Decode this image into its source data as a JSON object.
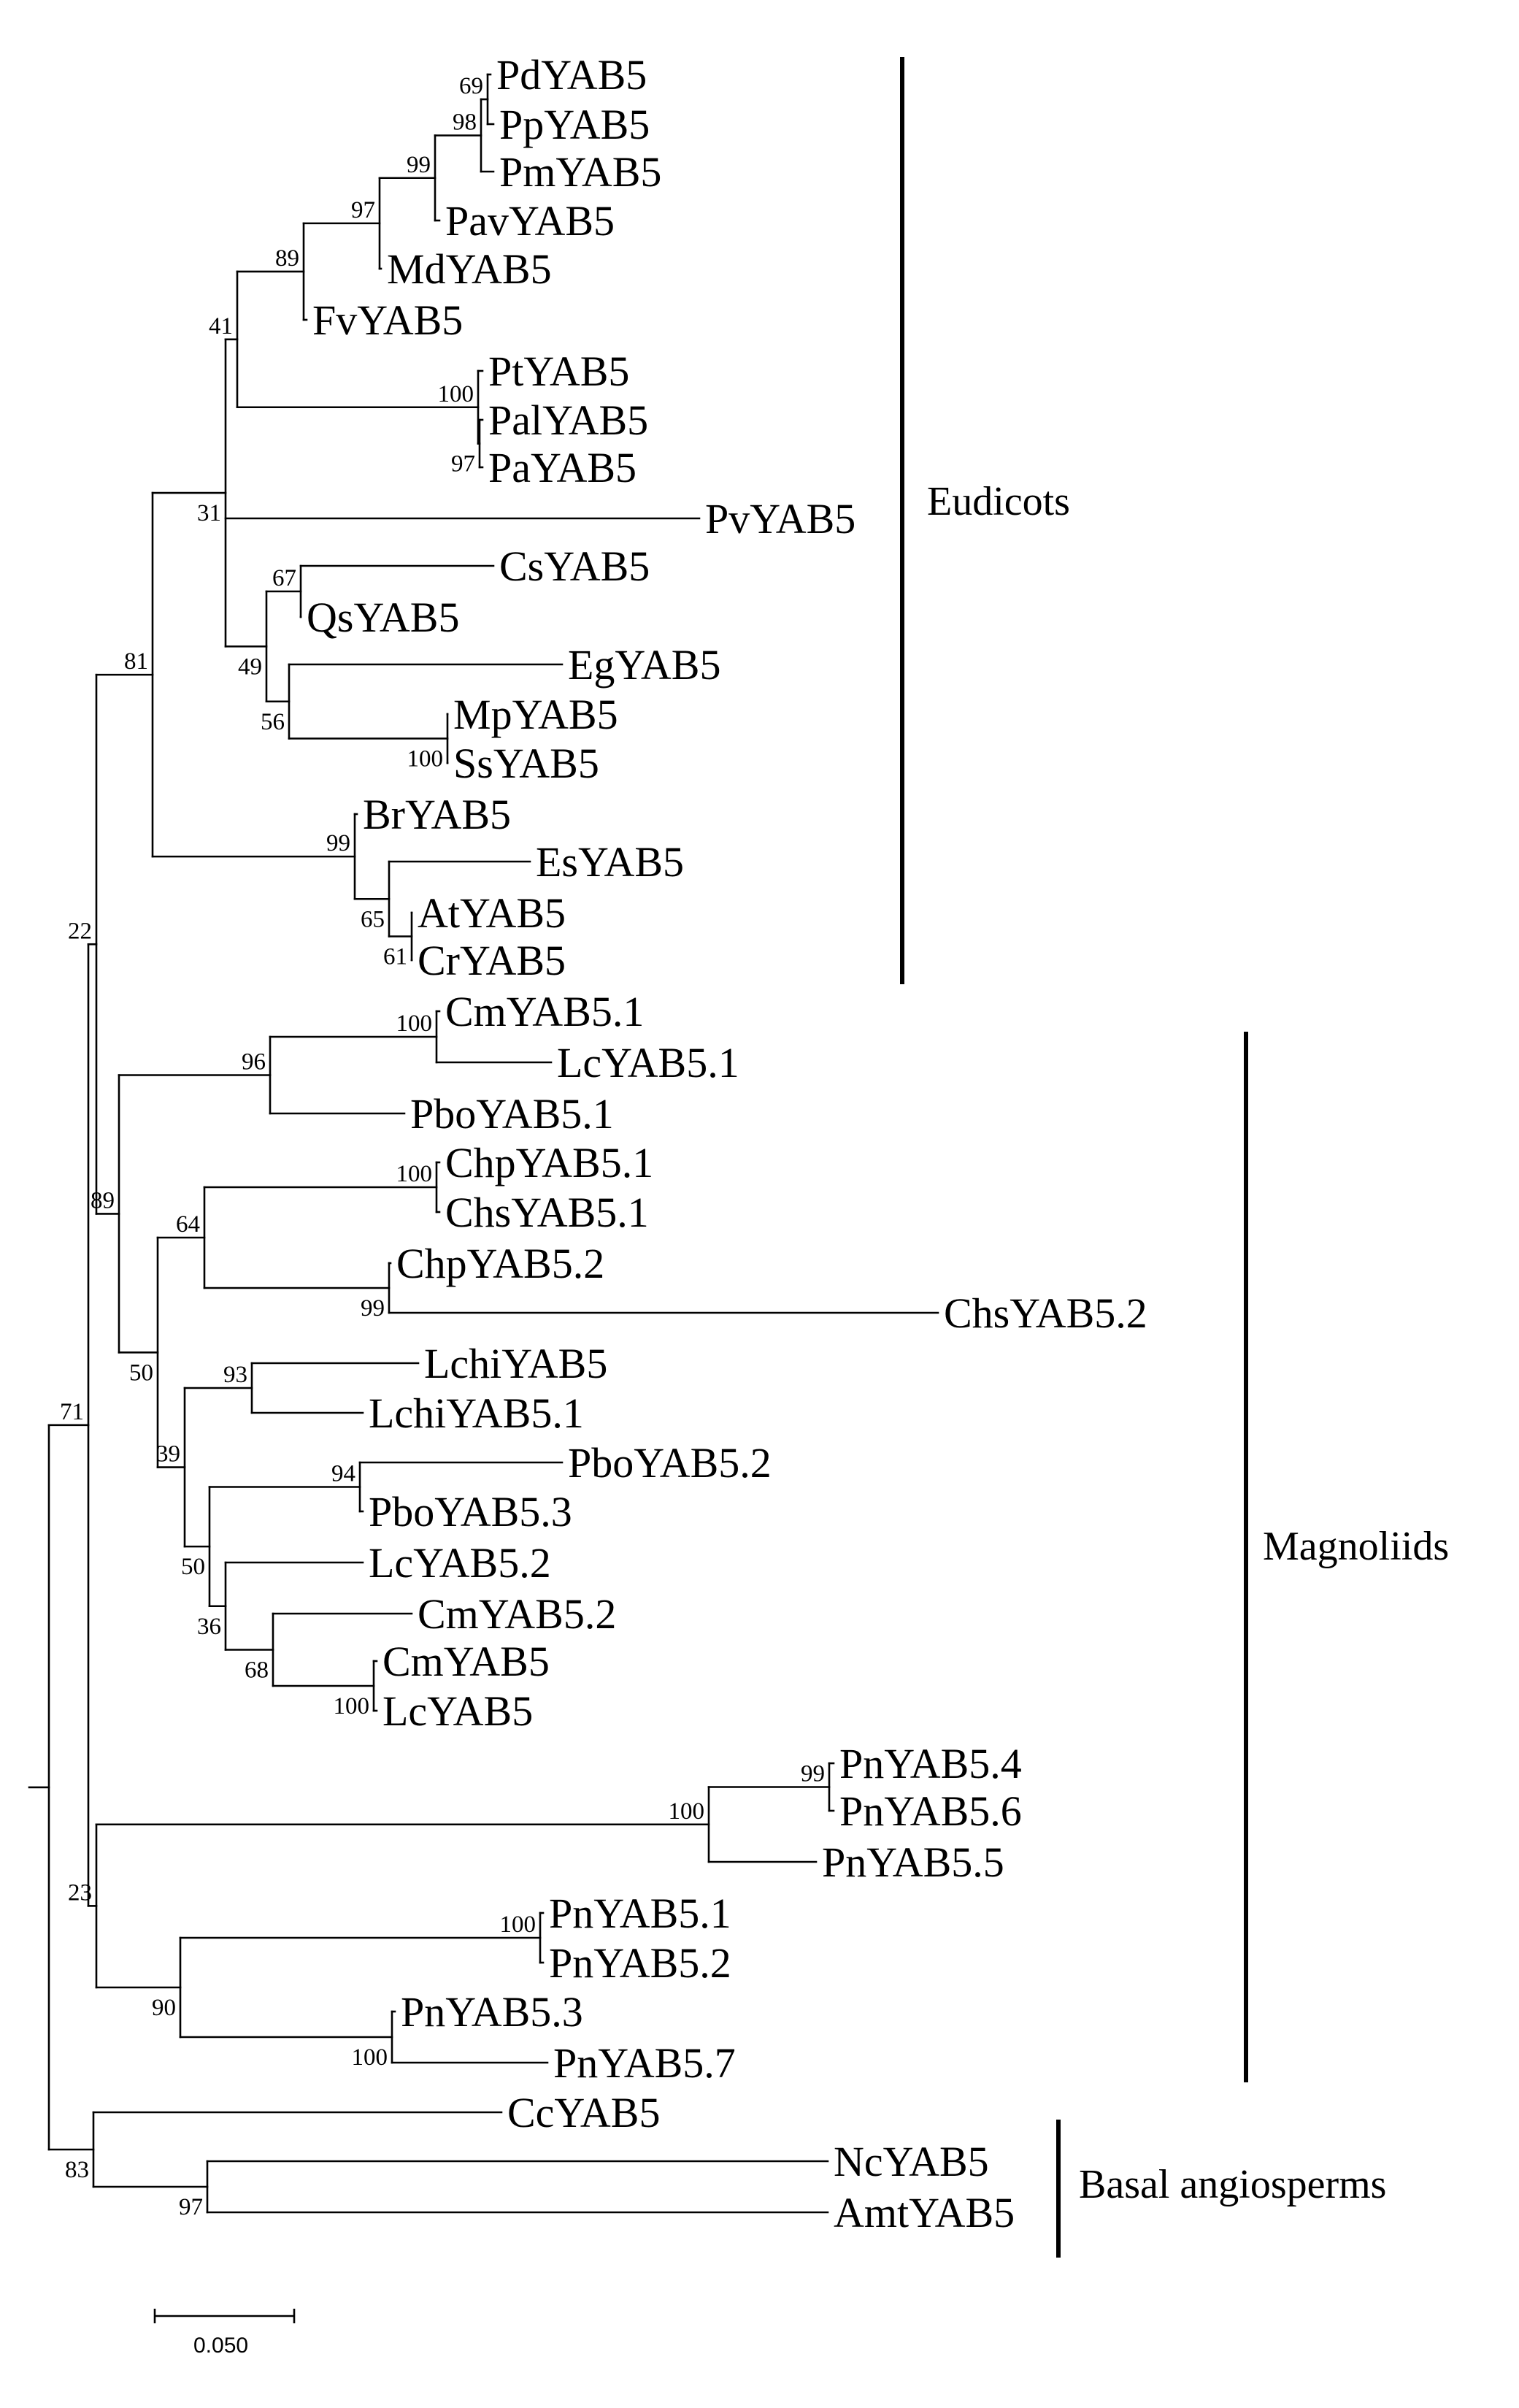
{
  "tree": {
    "leaves": [
      "PdYAB5",
      "PpYAB5",
      "PmYAB5",
      "PavYAB5",
      "MdYAB5",
      "FvYAB5",
      "PtYAB5",
      "PalYAB5",
      "PaYAB5",
      "PvYAB5",
      "CsYAB5",
      "QsYAB5",
      "EgYAB5",
      "MpYAB5",
      "SsYAB5",
      "BrYAB5",
      "EsYAB5",
      "AtYAB5",
      "CrYAB5",
      "CmYAB5.1",
      "LcYAB5.1",
      "PboYAB5.1",
      "ChpYAB5.1",
      "ChsYAB5.1",
      "ChpYAB5.2",
      "ChsYAB5.2",
      "LchiYAB5",
      "LchiYAB5.1",
      "PboYAB5.2",
      "PboYAB5.3",
      "LcYAB5.2",
      "CmYAB5.2",
      "CmYAB5",
      "LcYAB5",
      "PnYAB5.4",
      "PnYAB5.6",
      "PnYAB5.5",
      "PnYAB5.1",
      "PnYAB5.2",
      "PnYAB5.3",
      "PnYAB5.7",
      "CcYAB5",
      "NcYAB5",
      "AmtYAB5"
    ],
    "support_values": [
      "69",
      "98",
      "99",
      "97",
      "89",
      "41",
      "100",
      "97",
      "81",
      "67",
      "31",
      "49",
      "56",
      "100",
      "99",
      "65",
      "61",
      "71",
      "22",
      "100",
      "96",
      "100",
      "64",
      "99",
      "89",
      "50",
      "93",
      "94",
      "39",
      "50",
      "36",
      "68",
      "100",
      "99",
      "100",
      "23",
      "100",
      "90",
      "100",
      "83",
      "97"
    ]
  },
  "clades": [
    {
      "label": "Eudicots"
    },
    {
      "label": "Magnoliids"
    },
    {
      "label": "Basal angiosperms"
    }
  ],
  "scale_bar": {
    "label": "0.050"
  }
}
